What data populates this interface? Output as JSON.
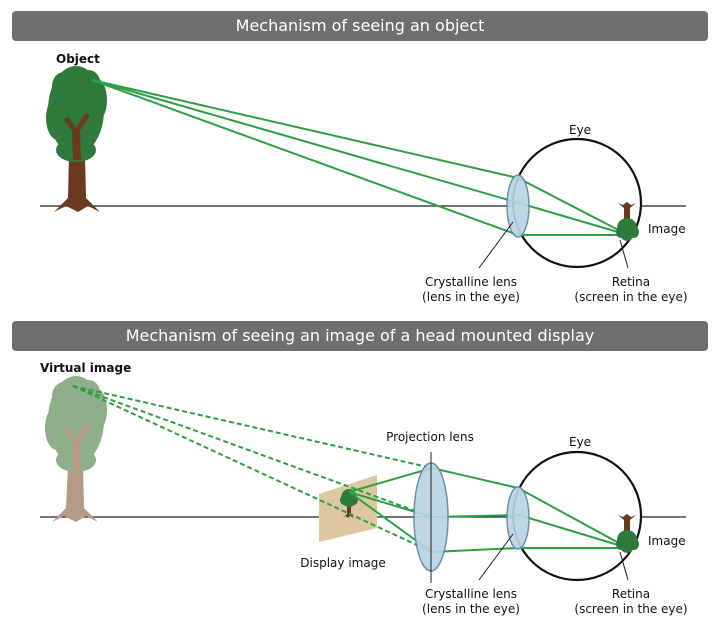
{
  "panel1": {
    "title": "Mechanism of seeing an object",
    "object_label": "Object",
    "eye_label": "Eye",
    "image_label": "Image",
    "lens_label_line1": "Crystalline lens",
    "lens_label_line2": "(lens in the eye)",
    "retina_label_line1": "Retina",
    "retina_label_line2": "(screen in the eye)"
  },
  "panel2": {
    "title": "Mechanism of seeing an image of a head mounted display",
    "virtual_image_label": "Virtual image",
    "projection_lens_label": "Projection lens",
    "eye_label": "Eye",
    "image_label": "Image",
    "display_image_label": "Display image",
    "lens_label_line1": "Crystalline lens",
    "lens_label_line2": "(lens in the eye)",
    "retina_label_line1": "Retina",
    "retina_label_line2": "(screen in the eye)"
  },
  "colors": {
    "ray": "#2ea043",
    "tree_foliage": "#2f7a3a",
    "tree_trunk": "#6b3a1e",
    "virtual_foliage": "#8fae8a",
    "virtual_trunk": "#b59a86",
    "lens_fill": "#b8d4e2",
    "lens_stroke": "#5b8aa6",
    "display_panel": "#dcc7a1",
    "banner": "#6f6f6f"
  }
}
